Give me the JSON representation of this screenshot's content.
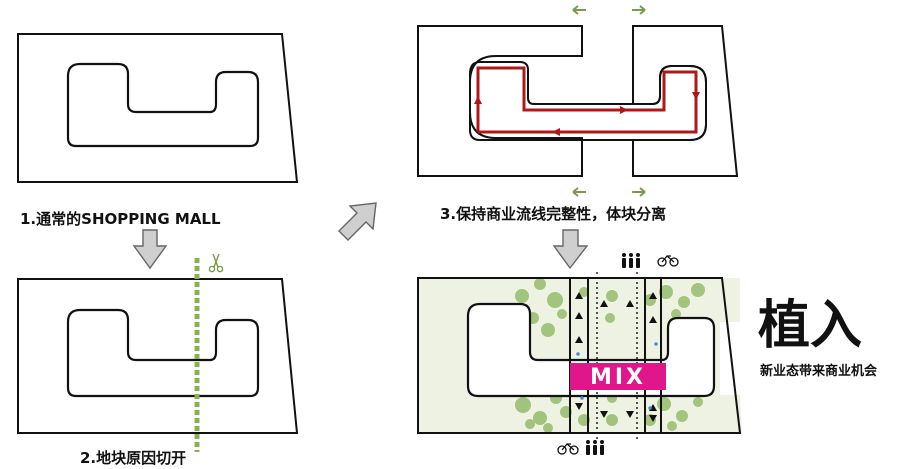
{
  "steps": {
    "step1_label": "1.通常的SHOPPING MALL",
    "step2_label": "2.地块原因切开",
    "step3_label": "3.保持商业流线完整性，体块分离"
  },
  "insert": {
    "title": "植入",
    "subtitle": "新业态带来商业机会",
    "mix_label": "MIX"
  },
  "colors": {
    "outline": "#111111",
    "loop_red": "#b01818",
    "cut_green": "#8cb04e",
    "arrow_green": "#7a9a4c",
    "mix_magenta": "#e0168b",
    "block_fill": "#eef2e3",
    "tree_green": "#8fb863",
    "arrow_gray": "#c9c9c9"
  },
  "icons": [
    "scissors-icon",
    "pedestrian-icon",
    "bicycle-icon",
    "separation-arrow-icon",
    "flow-arrow-icon"
  ]
}
